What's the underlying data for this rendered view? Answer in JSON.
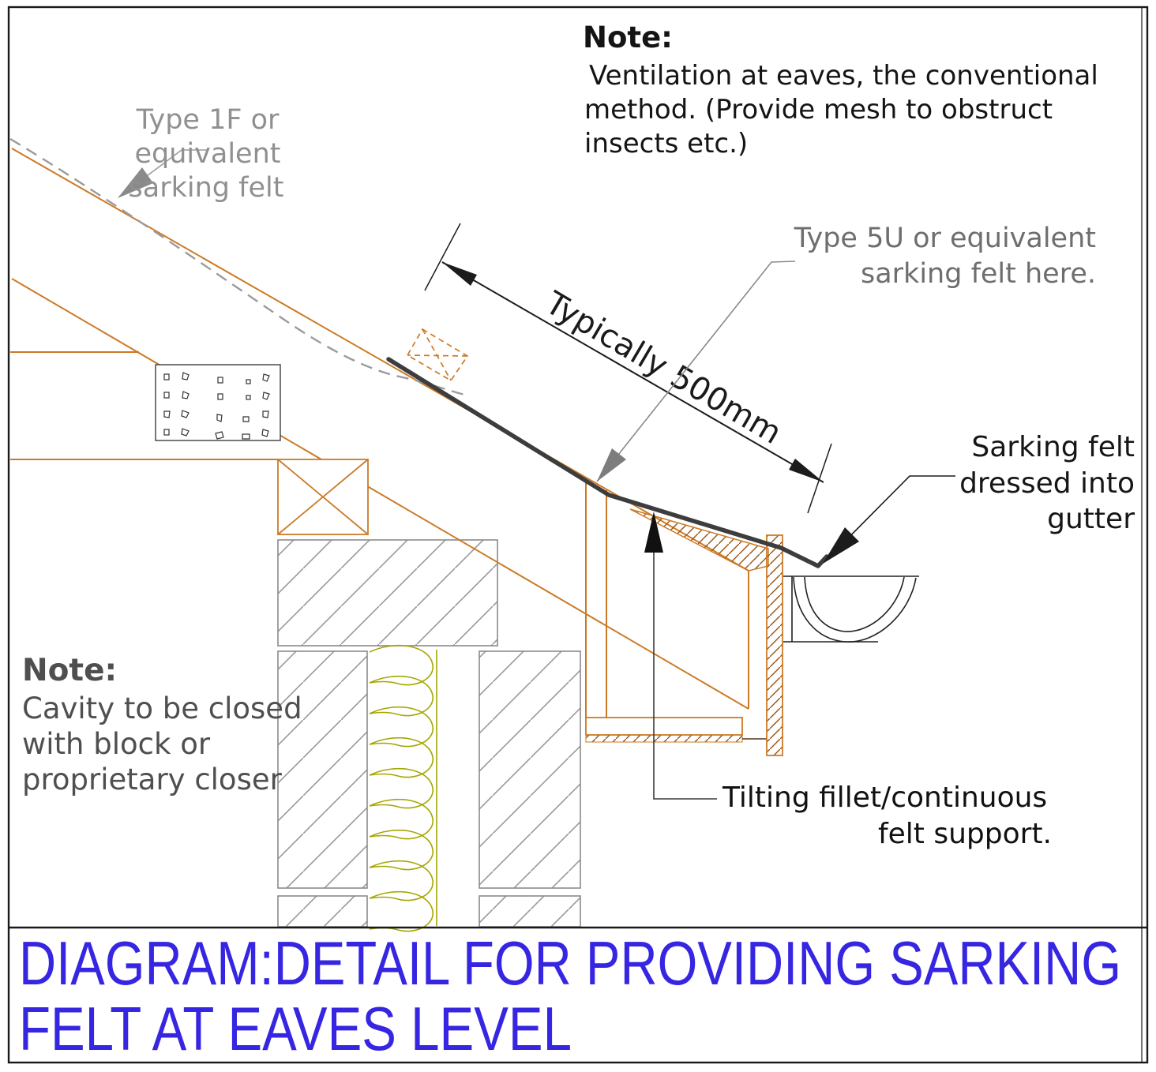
{
  "title": {
    "line1": "DIAGRAM:DETAIL FOR PROVIDING SARKING",
    "line2": "FELT AT EAVES LEVEL"
  },
  "notes": {
    "ventilation": {
      "heading": "Note:",
      "line1": "Ventilation at eaves, the conventional",
      "line2": "method. (Provide mesh to obstruct",
      "line3": "insects etc.)"
    },
    "cavity": {
      "heading": "Note:",
      "line1": "Cavity to be closed",
      "line2": "with block or",
      "line3": "proprietary closer"
    }
  },
  "labels": {
    "type1f": {
      "line1": "Type 1F or",
      "line2": "equivalent",
      "line3": "sarking felt"
    },
    "type5u": {
      "line1": "Type 5U or equivalent",
      "line2": "sarking felt here."
    },
    "dressed": {
      "line1": "Sarking felt",
      "line2": "dressed into",
      "line3": "gutter"
    },
    "tilting": {
      "line1": "Tilting fillet/continuous",
      "line2": "felt support."
    },
    "dimension": {
      "text": "Typically 500mm"
    }
  },
  "colors": {
    "title_blue": "#3626e2",
    "timber_orange": "#cc7a26",
    "hatch_brown": "#9a5416",
    "block_gray": "#999999",
    "insulation_olive": "#a6a600",
    "felt_dark": "#3d3d3d",
    "ink_black": "#1c1c1c",
    "label_gray_light": "#909090",
    "label_gray_mid": "#6e6e6e",
    "note_gray_dark": "#4f4f4f"
  }
}
